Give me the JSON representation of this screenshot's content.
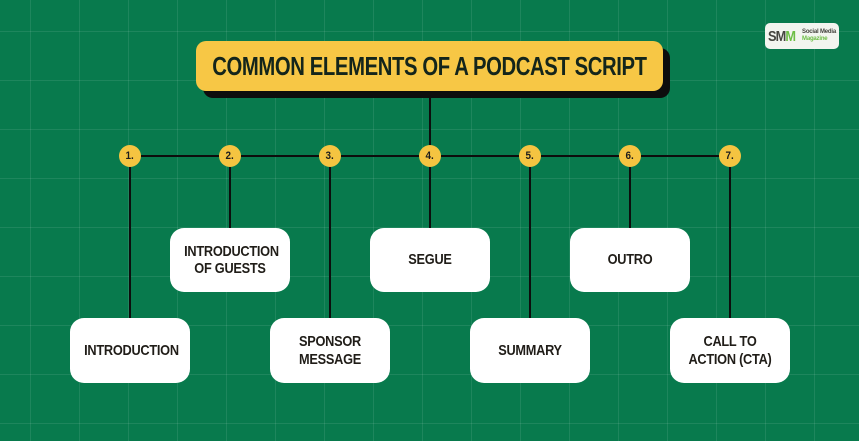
{
  "page": {
    "background_color": "#087a4d",
    "grid_line_color": "rgba(255,255,255,0.09)",
    "connector_color": "#0d0d0d"
  },
  "logo": {
    "acronym_dark": "SM",
    "acronym_green": "M",
    "name_line1": "Social Media",
    "name_line2": "Magazine",
    "dark_color": "#45453f",
    "green_color": "#6cbe44",
    "background_color": "#f2f5ef"
  },
  "title": {
    "text": "COMMON ELEMENTS OF A PODCAST SCRIPT",
    "background_color": "#f7c745",
    "text_color": "#14251b",
    "shadow_color": "#0d0d0d"
  },
  "node_style": {
    "circle_color": "#f5c441",
    "circle_text_color": "#1c1c1c",
    "box_color": "#ffffff",
    "box_text_color": "#201d18"
  },
  "nodes": [
    {
      "number": "1.",
      "label": "INTRODUCTION",
      "row": "lower"
    },
    {
      "number": "2.",
      "label": "INTRODUCTION OF GUESTS",
      "row": "upper"
    },
    {
      "number": "3.",
      "label": "SPONSOR MESSAGE",
      "row": "lower"
    },
    {
      "number": "4.",
      "label": "SEGUE",
      "row": "upper"
    },
    {
      "number": "5.",
      "label": "SUMMARY",
      "row": "lower"
    },
    {
      "number": "6.",
      "label": "OUTRO",
      "row": "upper"
    },
    {
      "number": "7.",
      "label": "CALL TO ACTION (CTA)",
      "row": "lower"
    }
  ]
}
